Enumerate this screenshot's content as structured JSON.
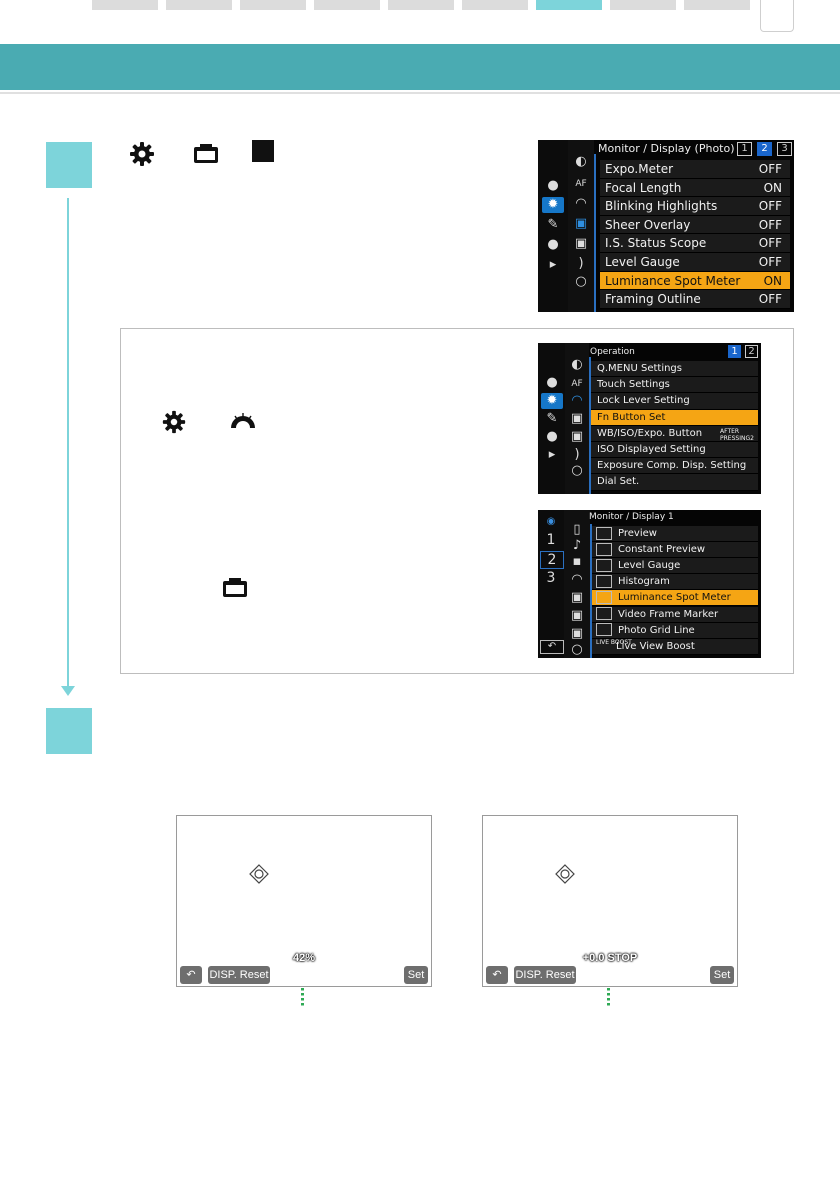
{
  "screen_top": {
    "title": "Monitor / Display (Photo)",
    "pages": [
      "1",
      "2",
      "3"
    ],
    "active_page": "2",
    "items": [
      {
        "label": "Expo.Meter",
        "value": "OFF"
      },
      {
        "label": "Focal Length",
        "value": "ON"
      },
      {
        "label": "Blinking Highlights",
        "value": "OFF"
      },
      {
        "label": "Sheer Overlay",
        "value": "OFF"
      },
      {
        "label": "I.S. Status Scope",
        "value": "OFF"
      },
      {
        "label": "Level Gauge",
        "value": "OFF"
      },
      {
        "label": "Luminance Spot Meter",
        "value": "ON"
      },
      {
        "label": "Framing Outline",
        "value": "OFF"
      }
    ],
    "selected": "Luminance Spot Meter"
  },
  "screen_operation": {
    "title": "Operation",
    "pages": [
      "1",
      "2"
    ],
    "active_page": "1",
    "items": [
      {
        "label": "Q.MENU Settings",
        "extra": ""
      },
      {
        "label": "Touch Settings",
        "extra": ""
      },
      {
        "label": "Lock Lever Setting",
        "extra": ""
      },
      {
        "label": "Fn Button Set",
        "extra": ""
      },
      {
        "label": "WB/ISO/Expo. Button",
        "extra": "AFTER PRESSING2"
      },
      {
        "label": "ISO Displayed Setting",
        "extra": ""
      },
      {
        "label": "Exposure Comp. Disp. Setting",
        "extra": ""
      },
      {
        "label": "Dial Set.",
        "extra": ""
      }
    ],
    "selected": "Fn Button Set"
  },
  "screen_mydisplay": {
    "title": "Monitor / Display 1",
    "side_numbers": [
      "1",
      "2",
      "3"
    ],
    "items": [
      {
        "label": "Preview"
      },
      {
        "label": "Constant Preview"
      },
      {
        "label": "Level Gauge"
      },
      {
        "label": "Histogram"
      },
      {
        "label": "Luminance Spot Meter"
      },
      {
        "label": "Video Frame Marker"
      },
      {
        "label": "Photo Grid Line"
      },
      {
        "label": "Live View Boost",
        "icon_text": "LIVE BOOST"
      }
    ],
    "selected": "Luminance Spot Meter"
  },
  "panel_left": {
    "readout": "42%",
    "back_label": "↶",
    "reset_label": "DISP. Reset",
    "set_label": "Set"
  },
  "panel_right": {
    "readout": "+0.0 STOP",
    "back_label": "↶",
    "reset_label": "DISP. Reset",
    "set_label": "Set"
  },
  "colors": {
    "accent": "#4aabb2",
    "step": "#7dd4da",
    "highlight": "#f5a514",
    "select_blue": "#1677c8"
  }
}
